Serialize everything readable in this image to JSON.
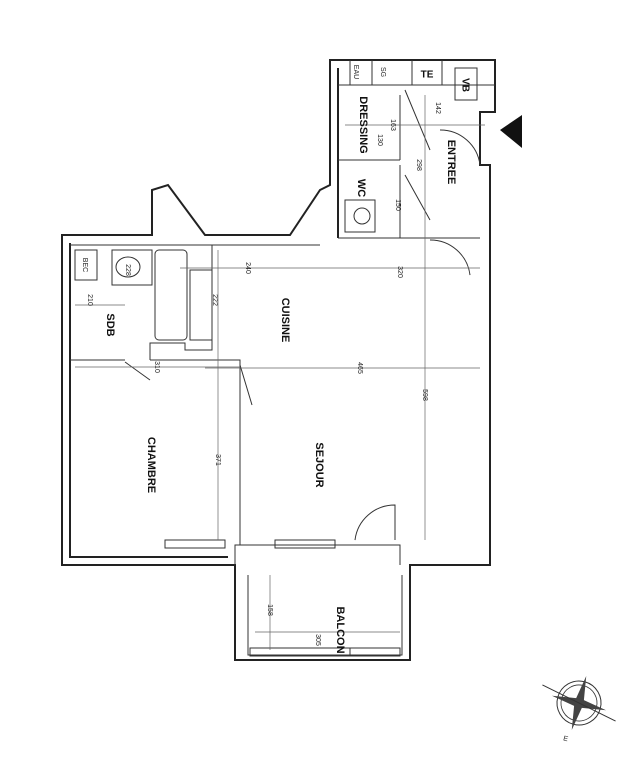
{
  "rooms": [
    {
      "label": "DRESSING"
    },
    {
      "label": "WC"
    },
    {
      "label": "ENTREE"
    },
    {
      "label": "CUISINE"
    },
    {
      "label": "SDB"
    },
    {
      "label": "CHAMBRE"
    },
    {
      "label": "SEJOUR"
    },
    {
      "label": "BALCON"
    }
  ],
  "fixtures": [
    {
      "label": "TE"
    },
    {
      "label": "VB"
    },
    {
      "label": "BEC"
    },
    {
      "label": "EAU"
    },
    {
      "label": "SG"
    }
  ],
  "dimensions": [
    "142",
    "163",
    "130",
    "298",
    "150",
    "240",
    "320",
    "222",
    "228",
    "210",
    "310",
    "465",
    "598",
    "371",
    "158",
    "305"
  ],
  "entrance_marker": "arrow-left",
  "compass_icon": "compass-rose"
}
